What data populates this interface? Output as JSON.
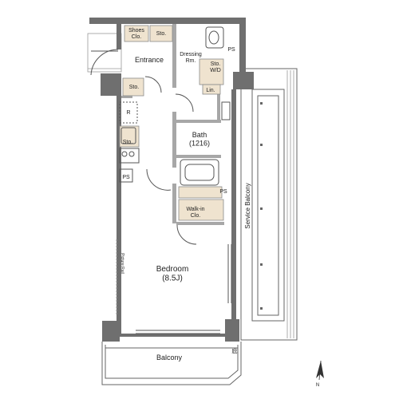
{
  "colors": {
    "wall": "#6f6f6f",
    "wall_light": "#a7a7a7",
    "storage_fill": "#efe3cf",
    "line": "#555555",
    "text": "#222222"
  },
  "rooms": {
    "shoes_clo": "Shoes\nClo.",
    "entrance_sto": "Sto.",
    "entrance": "Entrance",
    "dressing_rm": "Dressing\nRm.",
    "ps_top": "PS",
    "sto_wd": "Sto.\nW/D",
    "lin": "Lin.",
    "sto_left": "Sto.",
    "refrigerator": "R",
    "kitchen_sto": "Sto.",
    "ps_kitchen": "PS",
    "bath": "Bath\n(1216)",
    "ps_mid": "PS",
    "walkin_clo": "Walk-in\nClo.",
    "service_balcony": "Service Balcony",
    "picture_rail": "Picture Rail",
    "bedroom": "Bedroom\n(8.5J)",
    "balcony": "Balcony",
    "eaves_mark": "庇"
  },
  "compass": {
    "label": "N",
    "icon": "north-arrow-icon"
  }
}
